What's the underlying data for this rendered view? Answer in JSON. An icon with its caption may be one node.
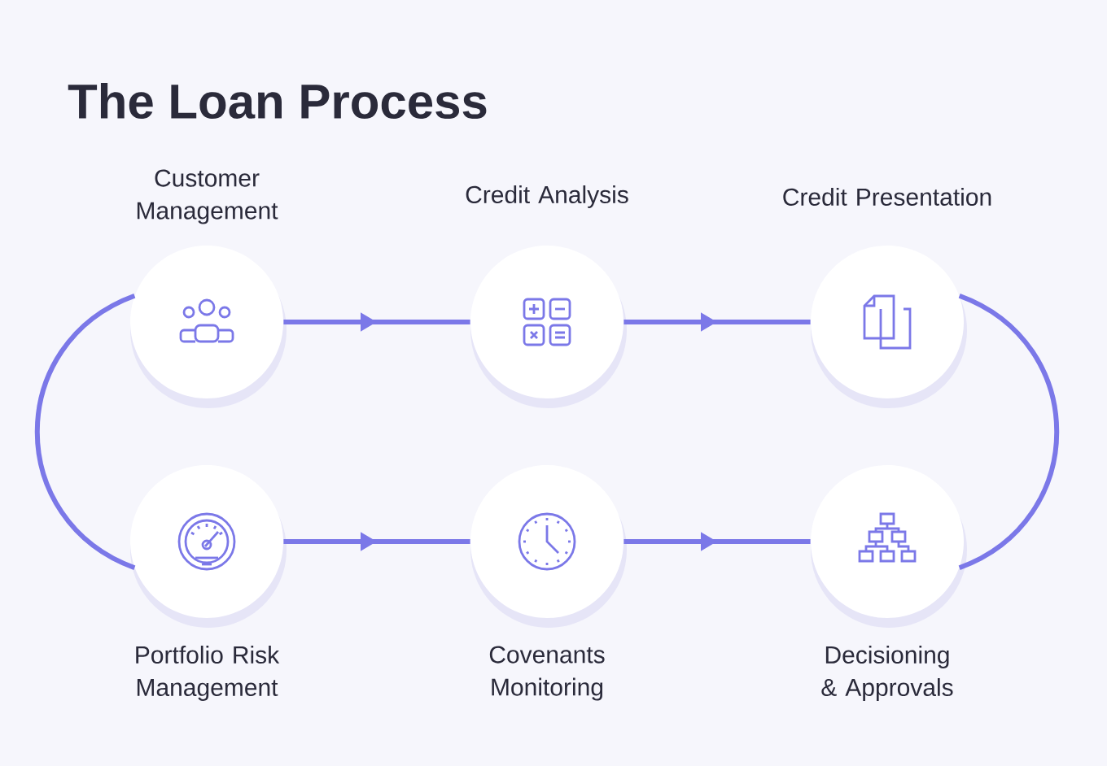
{
  "diagram": {
    "title": "The Loan Process",
    "nodes": [
      {
        "text": [
          "Customer Management"
        ]
      },
      {
        "text": [
          "Credit Analysis"
        ]
      },
      {
        "text": [
          "Credit Presentation"
        ]
      },
      {
        "text": [
          "Portfolio Risk Management"
        ]
      },
      {
        "text": [
          "Covenants Monitoring"
        ]
      },
      {
        "text": [
          "Decisioning & Approvals"
        ]
      }
    ],
    "edges": [
      {
        "from": 0,
        "to": 1,
        "arrow": "to"
      },
      {
        "from": 1,
        "to": 2,
        "arrow": "to"
      },
      {
        "from": 2,
        "to": 5,
        "arrow": "none"
      },
      {
        "from": 0,
        "to": 3,
        "arrow": "none"
      },
      {
        "from": 3,
        "to": 4,
        "arrow": "to"
      },
      {
        "from": 4,
        "to": 5,
        "arrow": "to"
      }
    ]
  }
}
